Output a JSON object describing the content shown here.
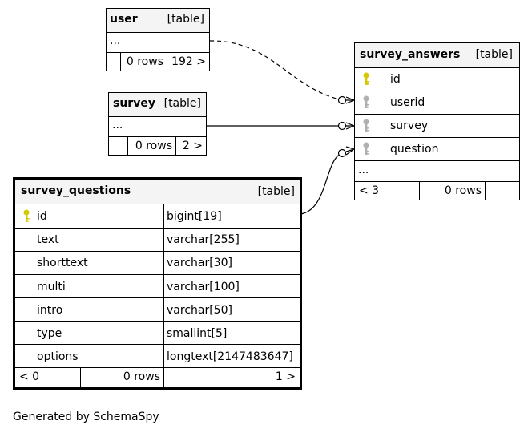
{
  "colors": {
    "primary_key": "#d4c800",
    "foreign_key": "#b0b0b0",
    "header_bg": "#f4f4f4"
  },
  "icons": {
    "pk": "primary-key-icon",
    "fk": "foreign-key-icon"
  },
  "user": {
    "name": "user",
    "type": "[table]",
    "ellipsis": "...",
    "rows": "0 rows",
    "children": "192 >"
  },
  "survey": {
    "name": "survey",
    "type": "[table]",
    "ellipsis": "...",
    "rows": "0 rows",
    "children": "2 >"
  },
  "survey_answers": {
    "name": "survey_answers",
    "type": "[table]",
    "columns": [
      "id",
      "userid",
      "survey",
      "question"
    ],
    "ellipsis": "...",
    "parents": "< 3",
    "rows": "0 rows"
  },
  "survey_questions": {
    "name": "survey_questions",
    "type": "[table]",
    "columns": [
      {
        "name": "id",
        "type": "bigint[19]"
      },
      {
        "name": "text",
        "type": "varchar[255]"
      },
      {
        "name": "shorttext",
        "type": "varchar[30]"
      },
      {
        "name": "multi",
        "type": "varchar[100]"
      },
      {
        "name": "intro",
        "type": "varchar[50]"
      },
      {
        "name": "type",
        "type": "smallint[5]"
      },
      {
        "name": "options",
        "type": "longtext[2147483647]"
      }
    ],
    "parents": "< 0",
    "rows": "0 rows",
    "children": "1 >"
  },
  "footer": "Generated by SchemaSpy"
}
